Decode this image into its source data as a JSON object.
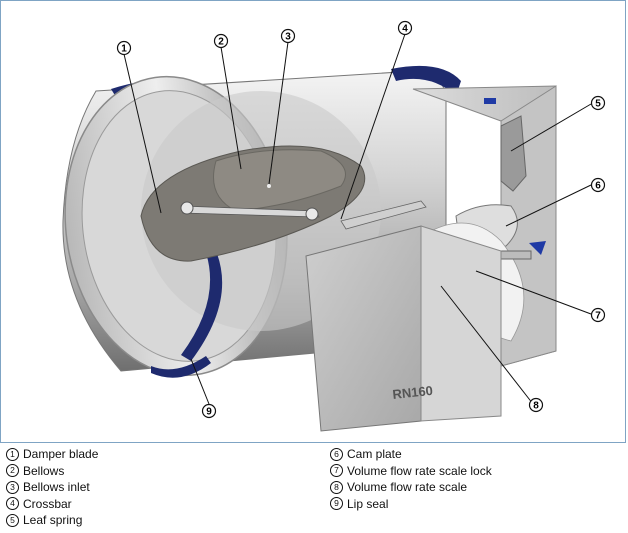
{
  "callouts": [
    {
      "num": "1",
      "label": "Damper blade"
    },
    {
      "num": "2",
      "label": "Bellows"
    },
    {
      "num": "3",
      "label": "Bellows inlet"
    },
    {
      "num": "4",
      "label": "Crossbar"
    },
    {
      "num": "5",
      "label": "Leaf spring"
    },
    {
      "num": "6",
      "label": "Cam plate"
    },
    {
      "num": "7",
      "label": "Volume flow rate scale lock"
    },
    {
      "num": "8",
      "label": "Volume flow rate scale"
    },
    {
      "num": "9",
      "label": "Lip seal"
    }
  ],
  "device_label": "RN160",
  "colors": {
    "frame_border": "#7fa4c4",
    "metal_light": "#e6e6e6",
    "metal_dark": "#8a8a8a",
    "blade_gray": "#7d7a74",
    "lip_seal_blue": "#1e2a6e",
    "arrow_blue": "#1f3aa5"
  }
}
